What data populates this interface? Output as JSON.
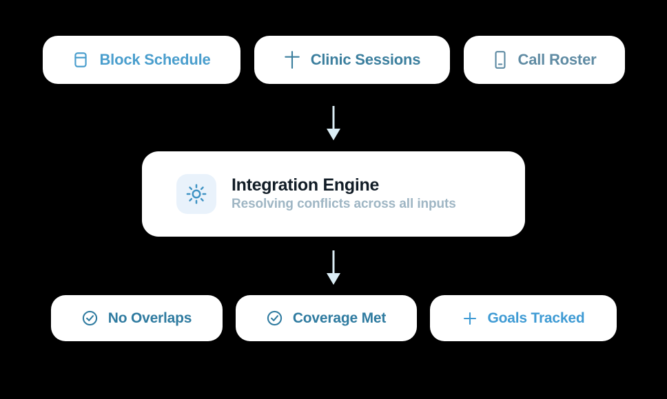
{
  "theme": {
    "background": "#000000",
    "card_background": "#ffffff",
    "arrow_color": "#dbedf5",
    "engine_tile_background": "#e9f2fb",
    "engine_title_color": "#111c26",
    "engine_subtitle_color": "#9fb6c4"
  },
  "inputs": {
    "cards": [
      {
        "id": "block-schedule",
        "label": "Block Schedule",
        "icon": "layout-icon",
        "color": "#4a9ecd"
      },
      {
        "id": "clinic-sessions",
        "label": "Clinic Sessions",
        "icon": "plus-icon",
        "color": "#3c7f9e"
      },
      {
        "id": "call-roster",
        "label": "Call Roster",
        "icon": "smartphone-icon",
        "color": "#5f8ba3"
      }
    ]
  },
  "flow": {
    "arrow_top": "arrow-down-icon",
    "arrow_bottom": "arrow-down-icon"
  },
  "engine": {
    "icon": "sun-icon",
    "icon_color": "#3f93c4",
    "title": "Integration Engine",
    "subtitle": "Resolving conflicts across all inputs"
  },
  "outcomes": {
    "cards": [
      {
        "id": "no-overlaps",
        "label": "No Overlaps",
        "icon": "check-circle-icon",
        "color": "#2f7ba0"
      },
      {
        "id": "coverage-met",
        "label": "Coverage Met",
        "icon": "check-circle-icon",
        "color": "#2f7ba0"
      },
      {
        "id": "goals-tracked",
        "label": "Goals Tracked",
        "icon": "plus-icon",
        "color": "#3f9bd4"
      }
    ]
  }
}
